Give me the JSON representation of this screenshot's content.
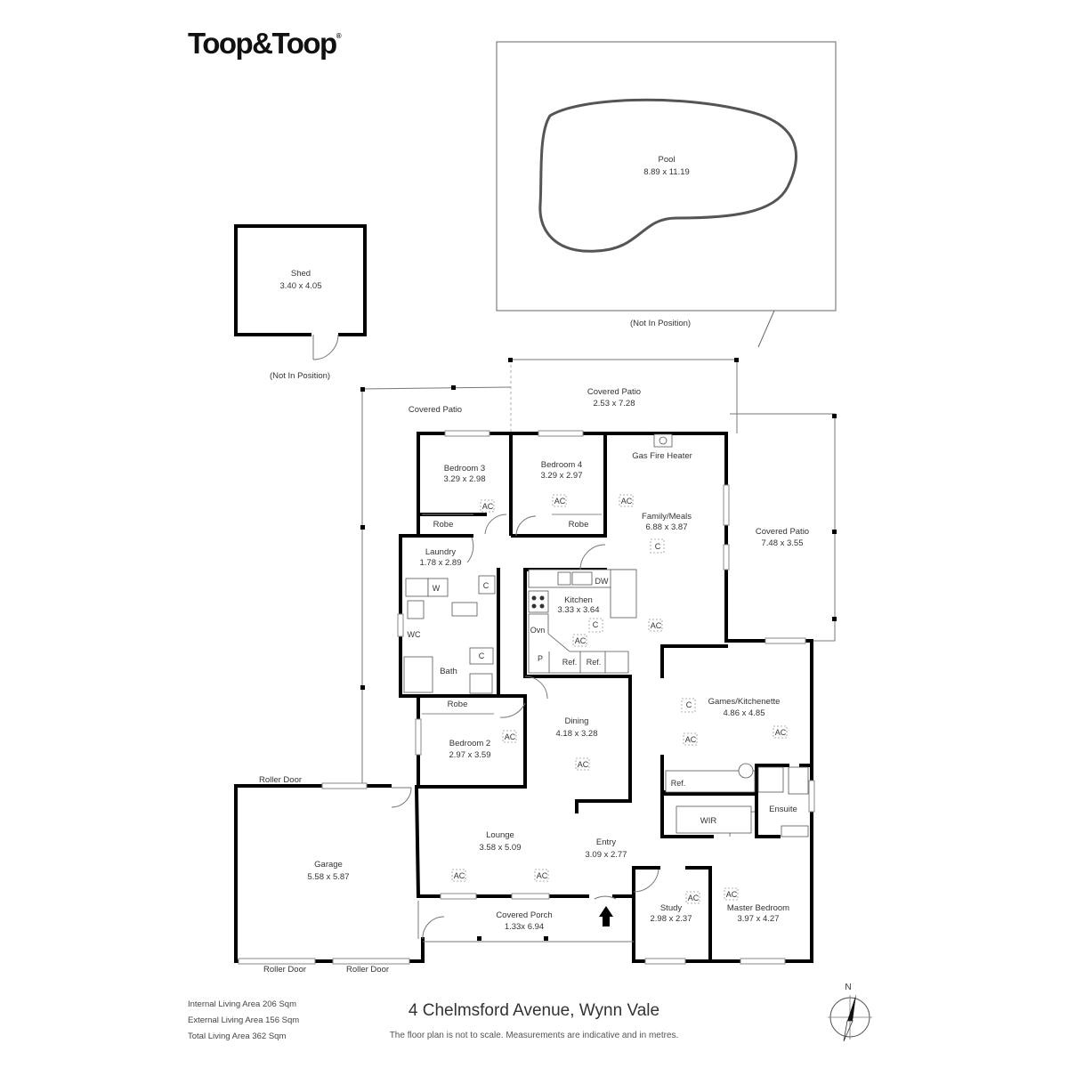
{
  "brand": {
    "logo_text": "Toop&Toop",
    "registered_mark": "®"
  },
  "address": "4 Chelmsford Avenue, Wynn Vale",
  "disclaimer": "The floor plan is not to scale. Measurements are indicative and in metres.",
  "areas": {
    "internal": "Internal Living Area 206 Sqm",
    "external": "External Living Area 156 Sqm",
    "total": "Total Living Area 362 Sqm"
  },
  "compass": {
    "north_label": "N"
  },
  "rooms": {
    "pool": {
      "name": "Pool",
      "dims": "8.89 x 11.19",
      "note": "(Not In Position)"
    },
    "shed": {
      "name": "Shed",
      "dims": "3.40 x 4.05",
      "note": "(Not In Position)"
    },
    "covered_patio_left": {
      "name": "Covered Patio"
    },
    "covered_patio_top": {
      "name": "Covered Patio",
      "dims": "2.53 x 7.28"
    },
    "covered_patio_right": {
      "name": "Covered Patio",
      "dims": "7.48 x 3.55"
    },
    "bedroom3": {
      "name": "Bedroom 3",
      "dims": "3.29 x 2.98"
    },
    "bedroom4": {
      "name": "Bedroom 4",
      "dims": "3.29 x 2.97"
    },
    "gas_fire": {
      "name": "Gas Fire Heater"
    },
    "family": {
      "name": "Family/Meals",
      "dims": "6.88 x 3.87"
    },
    "laundry": {
      "name": "Laundry",
      "dims": "1.78 x 2.89"
    },
    "kitchen": {
      "name": "Kitchen",
      "dims": "3.33 x 3.64"
    },
    "bath": {
      "name": "Bath"
    },
    "bedroom2": {
      "name": "Bedroom 2",
      "dims": "2.97 x 3.59"
    },
    "dining": {
      "name": "Dining",
      "dims": "4.18 x 3.28"
    },
    "games": {
      "name": "Games/Kitchenette",
      "dims": "4.86 x 4.85"
    },
    "garage": {
      "name": "Garage",
      "dims": "5.58 x 5.87"
    },
    "lounge": {
      "name": "Lounge",
      "dims": "3.58 x 5.09"
    },
    "entry": {
      "name": "Entry",
      "dims": "3.09 x 2.77"
    },
    "study": {
      "name": "Study",
      "dims": "2.98 x 2.37"
    },
    "master": {
      "name": "Master Bedroom",
      "dims": "3.97 x 4.27"
    },
    "ensuite": {
      "name": "Ensuite"
    },
    "wir": {
      "name": "WIR"
    },
    "porch": {
      "name": "Covered Porch",
      "dims": "1.33x 6.94"
    }
  },
  "labels": {
    "robe": "Robe",
    "ac": "AC",
    "c": "C",
    "w": "W",
    "wc": "WC",
    "dw": "DW",
    "ovn": "Ovn",
    "p": "P",
    "ref": "Ref.",
    "roller_door": "Roller Door"
  }
}
